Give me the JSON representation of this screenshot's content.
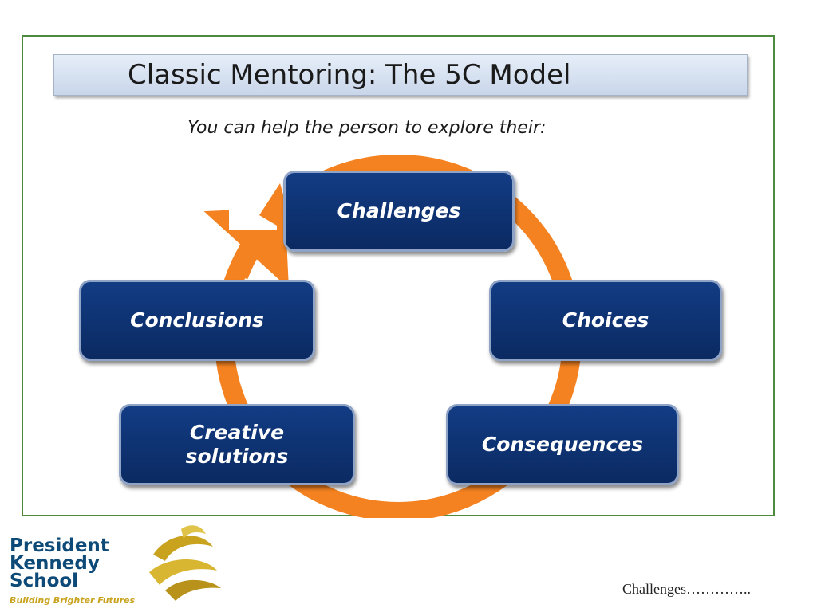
{
  "slide": {
    "title": "Classic Mentoring: The 5C Model",
    "subtitle": "You can help the person to explore their:"
  },
  "cycle": {
    "nodes": [
      {
        "id": "challenges",
        "label": "Challenges"
      },
      {
        "id": "choices",
        "label": "Choices"
      },
      {
        "id": "consequences",
        "label": "Consequences"
      },
      {
        "id": "creative-solutions",
        "label": "Creative\nsolutions"
      },
      {
        "id": "conclusions",
        "label": "Conclusions"
      }
    ],
    "arrow_color": "#f58220",
    "node_color": "#0d2f6e"
  },
  "logo": {
    "line1": "President",
    "line2": "Kennedy",
    "line3": "School",
    "tagline": "Building Brighter Futures",
    "text_color": "#0d4a78",
    "accent_color": "#c9a31e"
  },
  "footer": {
    "text": "Challenges…………..",
    "border_color": "#4e8a3e"
  }
}
